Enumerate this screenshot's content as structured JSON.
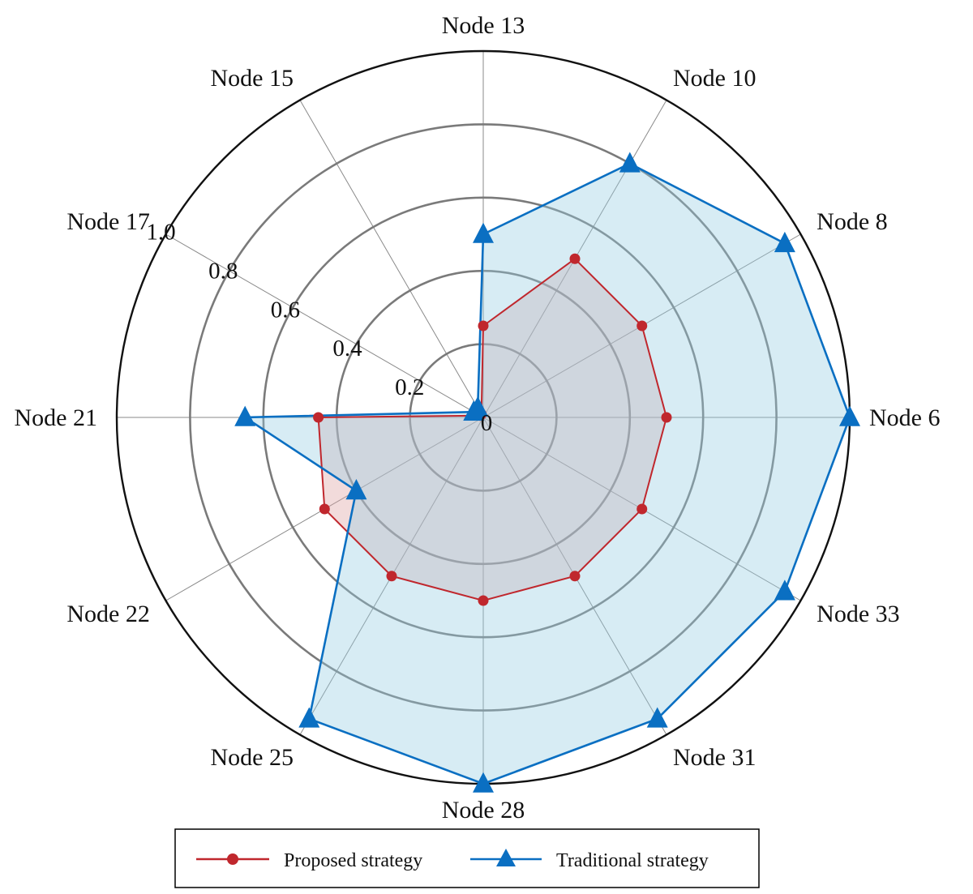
{
  "chart_data": {
    "type": "radar",
    "title": "",
    "categories": [
      "Node 13",
      "Node 10",
      "Node 8",
      "Node 6",
      "Node 33",
      "Node 31",
      "Node 28",
      "Node 25",
      "Node 22",
      "Node 21",
      "Node 17",
      "Node 15"
    ],
    "radial_ticks": [
      "0",
      "0.2",
      "0.4",
      "0.6",
      "0.8",
      "1.0"
    ],
    "radial_tick_values": [
      0,
      0.2,
      0.4,
      0.6,
      0.8,
      1.0
    ],
    "rlim": [
      0,
      1.0
    ],
    "grid": true,
    "legend_position": "bottom",
    "series": [
      {
        "name": "Proposed strategy",
        "color": "#c0272d",
        "fill": "rgba(222,160,160,0.38)",
        "marker": "circle",
        "values": [
          0.25,
          0.5,
          0.5,
          0.5,
          0.5,
          0.5,
          0.5,
          0.5,
          0.5,
          0.45,
          0.01,
          0.01
        ]
      },
      {
        "name": "Traditional strategy",
        "color": "#0a6fc2",
        "fill": "rgba(150,205,225,0.38)",
        "marker": "triangle",
        "values": [
          0.5,
          0.8,
          0.95,
          1.0,
          0.95,
          0.95,
          1.0,
          0.95,
          0.4,
          0.65,
          0.03,
          0.03
        ]
      }
    ]
  }
}
